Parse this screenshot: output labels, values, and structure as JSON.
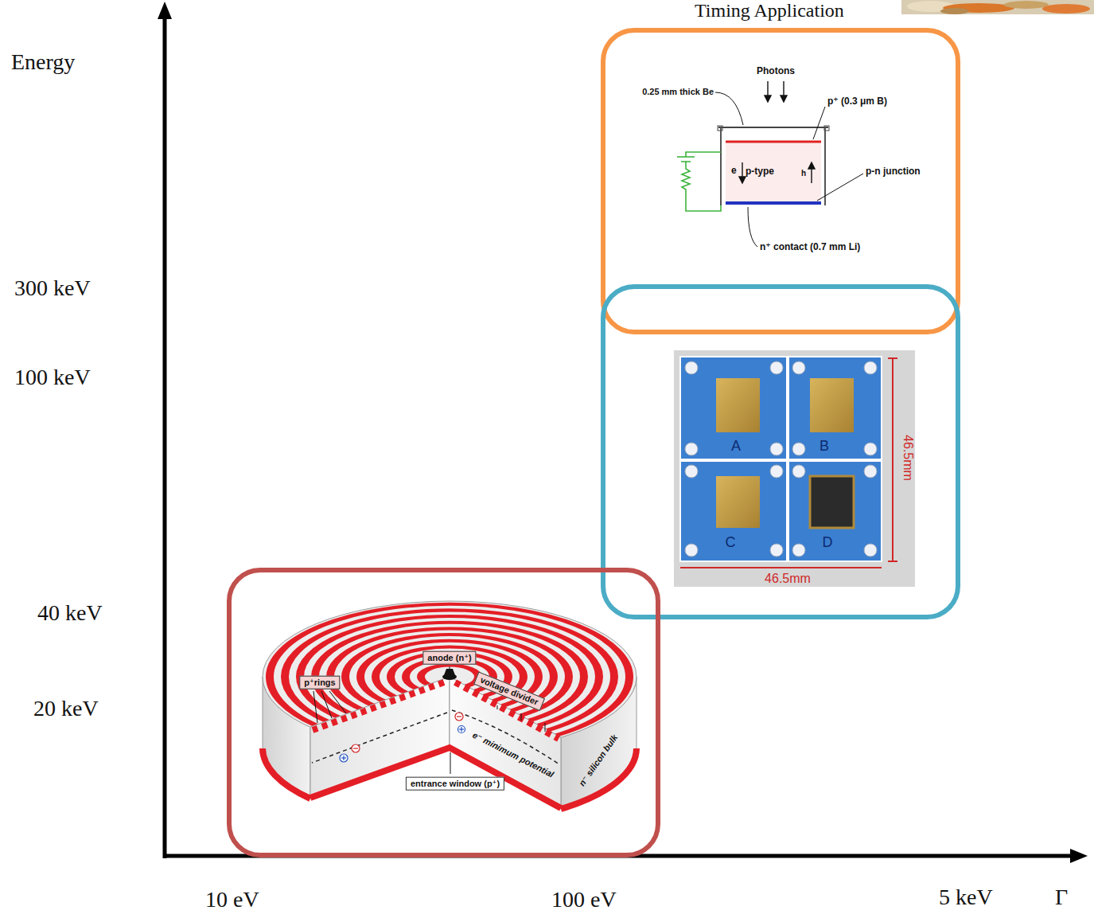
{
  "diagram": {
    "nodes": [
      {
        "text": [
          "Photons",
          "0.25 mm thick Be",
          "p⁺ (0.3 μm B)",
          "e",
          "p-type",
          "h",
          "p-n junction",
          "n⁺ contact (0.7 mm Li)"
        ]
      },
      {
        "text": [
          "A",
          "B",
          "C",
          "D",
          "46.5mm",
          "46.5mm"
        ]
      },
      {
        "text": [
          "e⁻ minimum potential",
          "n⁻ silicon bulk"
        ]
      },
      {
        "text": [
          "anode (n⁺)"
        ],
        "in": 2
      },
      {
        "text": [
          "p⁺rings"
        ],
        "in": 2
      },
      {
        "text": [
          "voltage divider"
        ],
        "in": 2
      },
      {
        "text": [
          "entrance window (p⁺)"
        ],
        "in": 2
      }
    ],
    "labels": [
      "Timing Application",
      "Energy",
      "300 keV",
      "100 keV",
      "40 keV",
      "20 keV",
      "10 eV",
      "100 eV",
      "5 keV",
      "Γ"
    ]
  }
}
